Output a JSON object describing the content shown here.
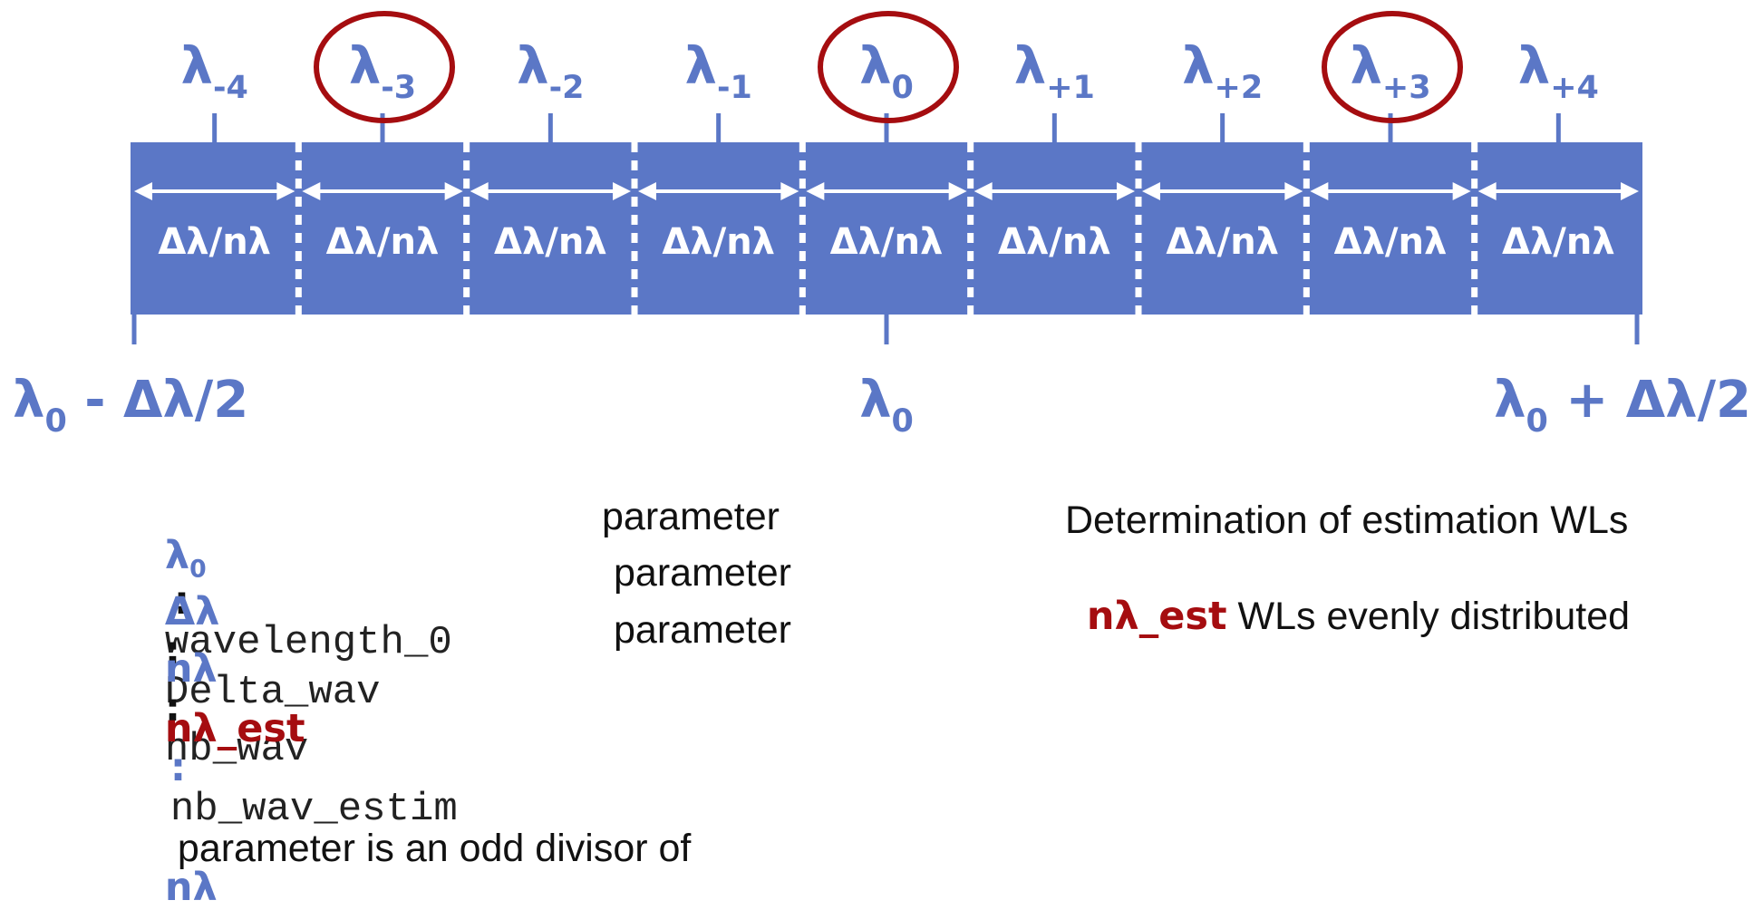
{
  "diagram": {
    "top_labels": [
      {
        "base": "λ",
        "sub": "-4",
        "circled": false
      },
      {
        "base": "λ",
        "sub": "-3",
        "circled": true
      },
      {
        "base": "λ",
        "sub": "-2",
        "circled": false
      },
      {
        "base": "λ",
        "sub": "-1",
        "circled": false
      },
      {
        "base": "λ",
        "sub": "0",
        "circled": true
      },
      {
        "base": "λ",
        "sub": "+1",
        "circled": false
      },
      {
        "base": "λ",
        "sub": "+2",
        "circled": false
      },
      {
        "base": "λ",
        "sub": "+3",
        "circled": true
      },
      {
        "base": "λ",
        "sub": "+4",
        "circled": false
      }
    ],
    "cell_label": "Δλ/nλ",
    "bottom_left": {
      "base": "λ",
      "sub": "0",
      "suffix": " - Δλ/2"
    },
    "bottom_center": {
      "base": "λ",
      "sub": "0",
      "suffix": ""
    },
    "bottom_right": {
      "base": "λ",
      "sub": "0",
      "suffix": " + Δλ/2"
    },
    "colors": {
      "band": "#5b77c6",
      "circle": "#a50d10",
      "text": "#5b77c6",
      "white": "#ffffff"
    }
  },
  "legend": {
    "rows": [
      {
        "sym": "λ",
        "sym_sub": "0",
        "colon": ":",
        "code": "wavelength_0",
        "text": "parameter"
      },
      {
        "sym": "Δλ",
        "sym_sub": "",
        "colon": ":",
        "code": "Delta_wav",
        "text": "parameter"
      },
      {
        "sym": "nλ",
        "sym_sub": "",
        "colon": ":",
        "code": "nb_wav",
        "text": "parameter"
      }
    ],
    "last_row": {
      "sym": "nλ_est",
      "colon": ":",
      "code": "nb_wav_estim",
      "text": "parameter is an odd divisor of",
      "ref": "nλ"
    }
  },
  "note": {
    "line1": "Determination of estimation WLs",
    "line2_highlight": "nλ_est",
    "line2_rest": " WLs evenly distributed"
  }
}
